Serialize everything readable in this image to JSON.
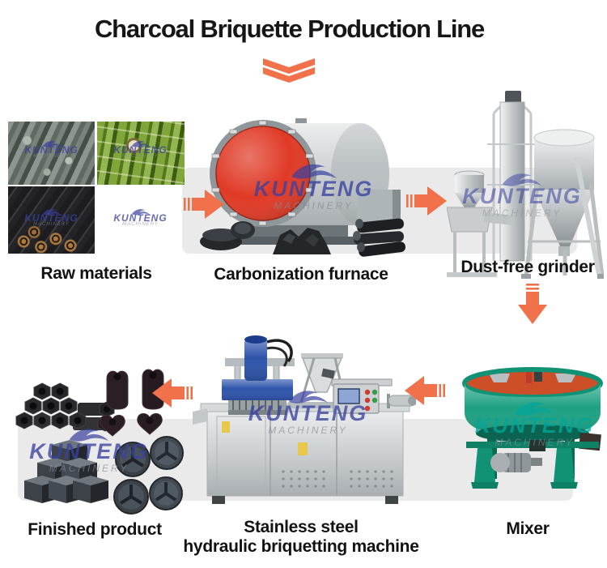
{
  "title": "Charcoal Briquette Production Line",
  "brand_watermark": {
    "name": "KUNTENG",
    "sub": "MACHINERY"
  },
  "stages": [
    {
      "id": "raw-materials",
      "label": "Raw materials"
    },
    {
      "id": "carbonization-furnace",
      "label": "Carbonization furnace"
    },
    {
      "id": "dust-free-grinder",
      "label": "Dust-free grinder"
    },
    {
      "id": "mixer",
      "label": "Mixer"
    },
    {
      "id": "hydraulic-briquetting-machine",
      "label_line1": "Stainless steel",
      "label_line2": "hydraulic briquetting machine"
    },
    {
      "id": "finished-product",
      "label": "Finished product"
    }
  ],
  "flow_arrows": [
    {
      "id": "arrow-raw-to-furnace",
      "direction": "right"
    },
    {
      "id": "arrow-furnace-to-grinder",
      "direction": "right"
    },
    {
      "id": "arrow-grinder-to-mixer",
      "direction": "down"
    },
    {
      "id": "arrow-mixer-to-briquetting",
      "direction": "left"
    },
    {
      "id": "arrow-briquetting-to-product",
      "direction": "left"
    }
  ],
  "colors": {
    "arrow_orange": "#F1714B",
    "chevron_orange": "#F1714B",
    "band_gray": "#EAEAEA",
    "furnace_door_red": "#E03A26",
    "mixer_green": "#1FA183",
    "mixer_rim_orange": "#CC4F28",
    "hydraulic_blue": "#2F55AB",
    "watermark_blue": "#3A41A0",
    "watermark_teal": "#00A79D"
  }
}
